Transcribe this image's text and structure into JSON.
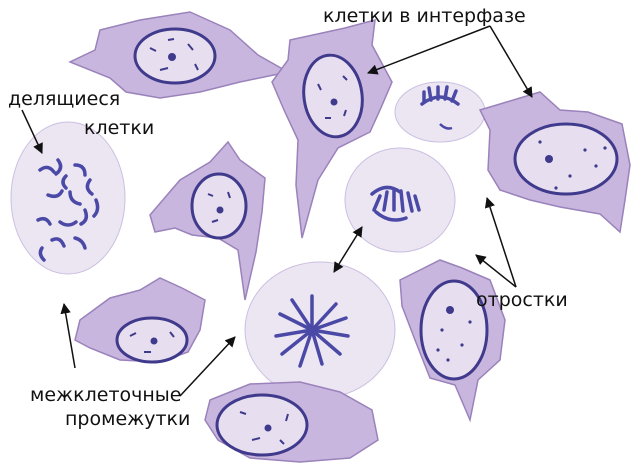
{
  "labels": {
    "interphase": "клетки в интерфазе",
    "dividing_line1": "делящиеся",
    "dividing_line2": "клетки",
    "processes": "отростки",
    "intercellular_line1": "межклеточные",
    "intercellular_line2": "промежутки"
  },
  "colors": {
    "background": "#ffffff",
    "cell_body": "#c9b6de",
    "cell_stroke": "#9a82bb",
    "pale_cell": "#ece6f3",
    "nucleus": "#e7dfef",
    "nucleus_stroke": "#3f3a8c",
    "chromatin": "#3f3a8c",
    "chromosome": "#4b49a6",
    "arrow": "#111111"
  }
}
